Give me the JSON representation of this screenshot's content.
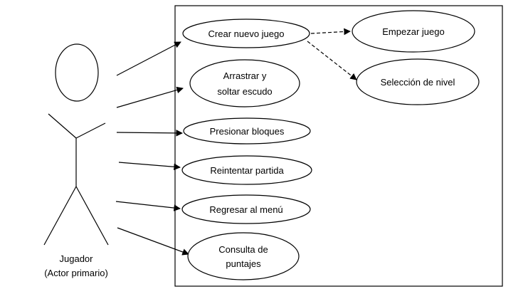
{
  "diagram": {
    "actor": {
      "name": "Jugador",
      "role": "(Actor primario)"
    },
    "use_cases": [
      {
        "id": "crear",
        "lines": [
          "Crear nuevo juego"
        ]
      },
      {
        "id": "empezar",
        "lines": [
          "Empezar juego"
        ]
      },
      {
        "id": "seleccion",
        "lines": [
          "Selección de nivel"
        ]
      },
      {
        "id": "arrastrar",
        "lines": [
          "Arrastrar y",
          "soltar escudo"
        ]
      },
      {
        "id": "presionar",
        "lines": [
          "Presionar bloques"
        ]
      },
      {
        "id": "reintentar",
        "lines": [
          "Reintentar partida"
        ]
      },
      {
        "id": "regresar",
        "lines": [
          "Regresar al menú"
        ]
      },
      {
        "id": "consulta",
        "lines": [
          "Consulta de",
          "puntajes"
        ]
      }
    ],
    "associations": [
      {
        "from": "actor",
        "to": "crear",
        "style": "solid"
      },
      {
        "from": "actor",
        "to": "arrastrar",
        "style": "solid"
      },
      {
        "from": "actor",
        "to": "presionar",
        "style": "solid"
      },
      {
        "from": "actor",
        "to": "reintentar",
        "style": "solid"
      },
      {
        "from": "actor",
        "to": "regresar",
        "style": "solid"
      },
      {
        "from": "actor",
        "to": "consulta",
        "style": "solid"
      },
      {
        "from": "crear",
        "to": "empezar",
        "style": "dashed"
      },
      {
        "from": "crear",
        "to": "seleccion",
        "style": "dashed"
      }
    ]
  }
}
